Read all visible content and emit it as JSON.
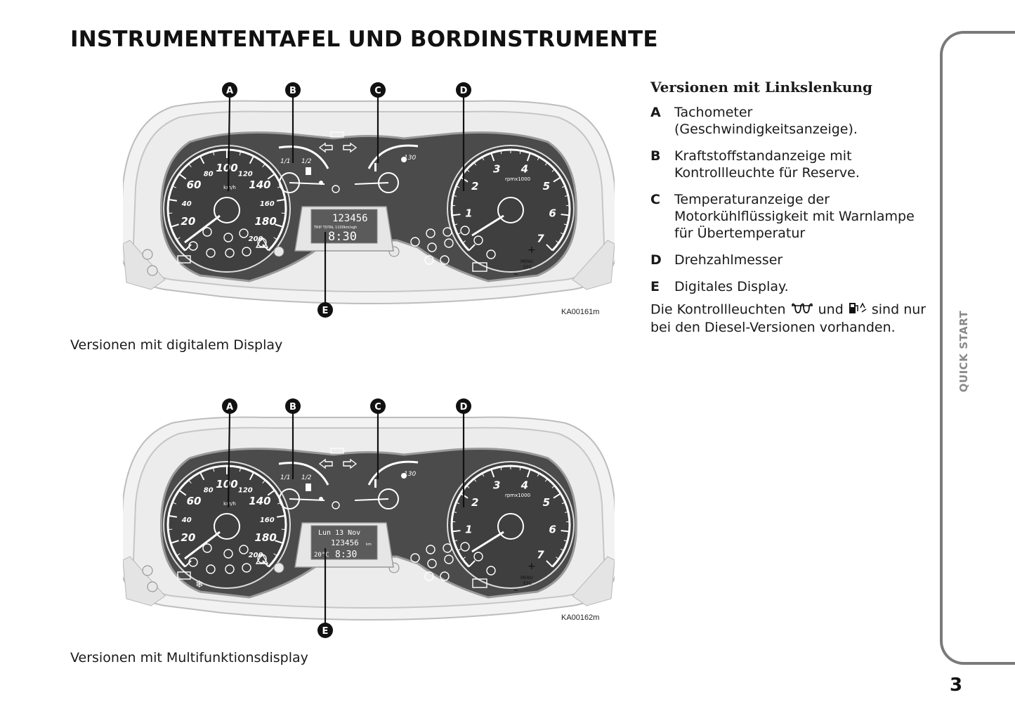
{
  "page": {
    "title": "INSTRUMENTENTAFEL UND BORDINSTRUMENTE",
    "section_tab": "QUICK START",
    "page_number": "3"
  },
  "figure1": {
    "code": "KA00161m",
    "caption": "Versionen mit digitalem Display",
    "callouts": [
      "A",
      "B",
      "C",
      "D",
      "E"
    ],
    "speedo": {
      "unit": "km/h",
      "ticks": [
        "20",
        "40",
        "60",
        "80",
        "100",
        "120",
        "140",
        "160",
        "180",
        "200"
      ]
    },
    "tacho": {
      "unit": "rpmx1000",
      "ticks": [
        "1",
        "2",
        "3",
        "4",
        "5",
        "6",
        "7"
      ]
    },
    "fuel_ticks": [
      "1/1",
      "1/2"
    ],
    "temp_tick": "130",
    "display": {
      "line1": "123456",
      "line2": "TRIP TOTAL  1100km/sgh",
      "clock": "8:30"
    },
    "buttons": {
      "plus": "+",
      "menu": "MENU",
      "esc": "ESC",
      "minus": "–"
    }
  },
  "figure2": {
    "code": "KA00162m",
    "caption": "Versionen mit Multifunktionsdisplay",
    "callouts": [
      "A",
      "B",
      "C",
      "D",
      "E"
    ],
    "speedo": {
      "unit": "km/h",
      "ticks": [
        "20",
        "40",
        "60",
        "80",
        "100",
        "120",
        "140",
        "160",
        "180",
        "200"
      ]
    },
    "tacho": {
      "unit": "rpmx1000",
      "ticks": [
        "1",
        "2",
        "3",
        "4",
        "5",
        "6",
        "7"
      ]
    },
    "fuel_ticks": [
      "1/1",
      "1/2"
    ],
    "temp_tick": "130",
    "display": {
      "date": "Lun 13 Nov",
      "odo": "123456",
      "odo_unit": "km",
      "temp": "20°C",
      "clock": "8:30"
    },
    "buttons": {
      "plus": "+",
      "menu": "MENU",
      "esc": "ESC",
      "minus": "–"
    }
  },
  "legend": {
    "heading": "Versionen mit Linkslenkung",
    "items": [
      {
        "key": "A",
        "text": "Tachometer (Geschwindigkeitsanzeige)."
      },
      {
        "key": "B",
        "text": "Kraftstoffstandanzeige mit Kontrollleuchte für Reserve."
      },
      {
        "key": "C",
        "text": "Temperaturanzeige der Motorkühlflüssigkeit mit Warnlampe für Übertemperatur"
      },
      {
        "key": "D",
        "text": "Drehzahlmesser"
      },
      {
        "key": "E",
        "text": "Digitales Display."
      }
    ],
    "note_part1": "Die Kontrollleuchten",
    "note_part2": "und",
    "note_part3": "sind nur bei den Diesel-Versionen vorhanden.",
    "note_icons": [
      "glow-plug-icon",
      "water-in-fuel-icon"
    ]
  }
}
